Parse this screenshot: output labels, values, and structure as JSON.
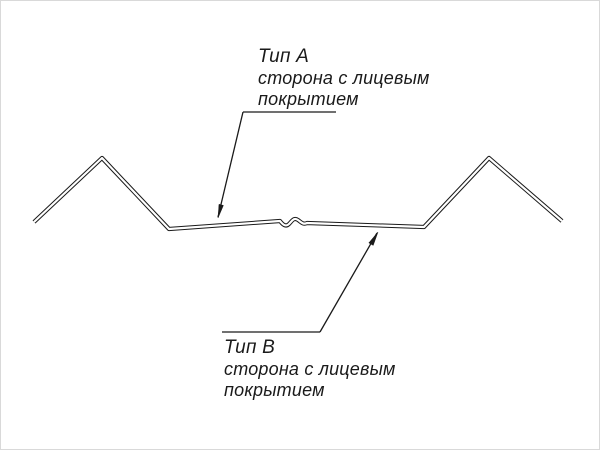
{
  "diagram": {
    "label_a": {
      "title": "Тип А",
      "line1": "сторона с лицевым",
      "line2": "покрытием"
    },
    "label_b": {
      "title": "Тип В",
      "line1": "сторона с лицевым",
      "line2": "покрытием"
    },
    "colors": {
      "line": "#1a1a1a",
      "background": "#ffffff"
    }
  }
}
